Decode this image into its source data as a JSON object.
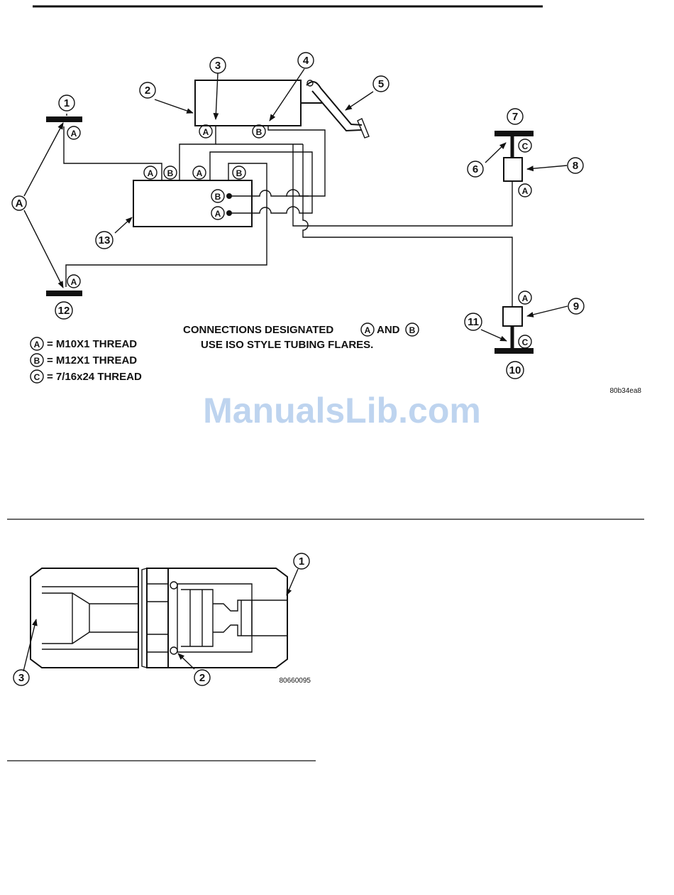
{
  "figure1": {
    "callouts": {
      "c1": "1",
      "c2": "2",
      "c3": "3",
      "c4": "4",
      "c5": "5",
      "c6": "6",
      "c7": "7",
      "c8": "8",
      "c9": "9",
      "c10": "10",
      "c11": "11",
      "c12": "12",
      "c13": "13",
      "cA": "A"
    },
    "port_labels": {
      "a": "A",
      "b": "B",
      "c": "C"
    },
    "note_line1_pre": "CONNECTIONS DESIGNATED",
    "note_line1_mid": "AND",
    "note_line2": "USE ISO STYLE TUBING FLARES.",
    "legend": [
      {
        "letter": "A",
        "text": "= M10X1 THREAD"
      },
      {
        "letter": "B",
        "text": "= M12X1 THREAD"
      },
      {
        "letter": "C",
        "text": "= 7/16x24 THREAD"
      }
    ],
    "code": "80b34ea8"
  },
  "watermark": "ManualsLib.com",
  "figure2": {
    "callouts": {
      "c1": "1",
      "c2": "2",
      "c3": "3"
    },
    "code": "80660095"
  }
}
